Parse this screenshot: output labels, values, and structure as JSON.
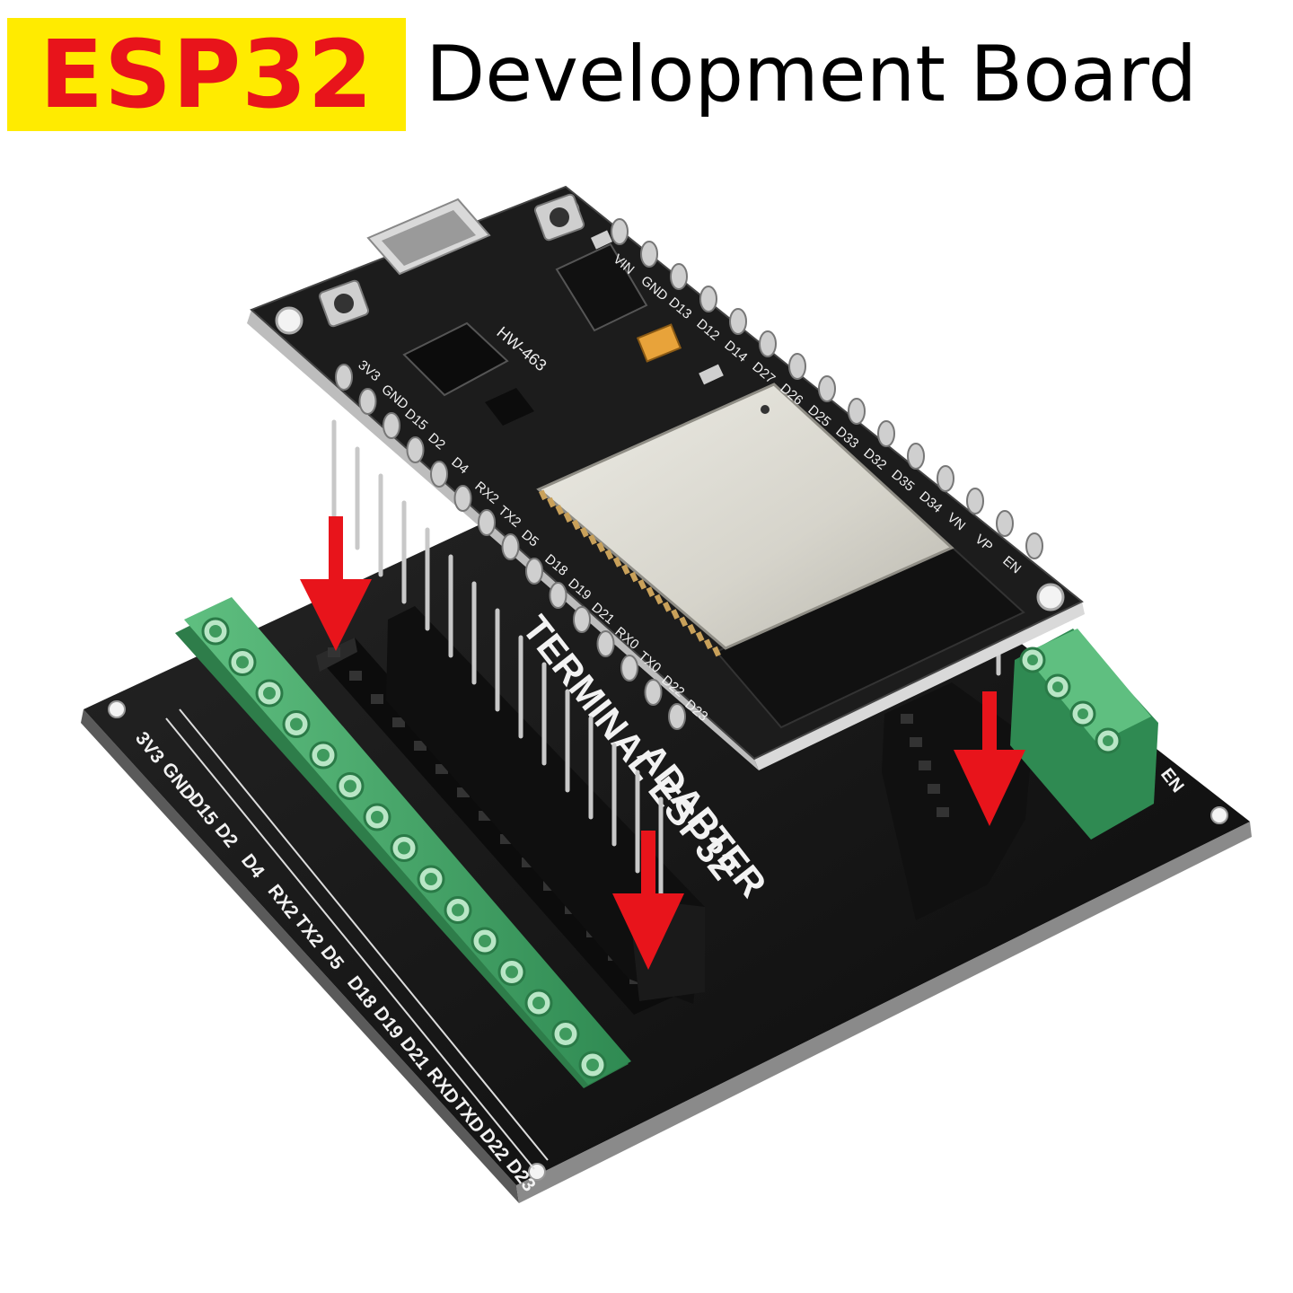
{
  "header": {
    "badge_text": "ESP32",
    "title": "Development Board"
  },
  "adapter_board": {
    "silkscreen_line1": "TERMINAL ESP32",
    "silkscreen_line2": "ADAPTER",
    "left_pin_labels": [
      "3V3",
      "GND",
      "D15",
      "D2",
      "D4",
      "RX2",
      "TX2",
      "D5",
      "D18",
      "D19",
      "D21",
      "RXD",
      "TXD",
      "D22",
      "D23"
    ],
    "right_edge_label": "EN"
  },
  "esp32_module": {
    "model_label": "HW-463",
    "top_row_labels": [
      "VIN",
      "GND",
      "D13",
      "D12",
      "D14",
      "D27",
      "D26",
      "D25",
      "D33",
      "D32",
      "D35",
      "D34",
      "VN",
      "VP",
      "EN"
    ],
    "bottom_row_labels": [
      "3V3",
      "GND",
      "D15",
      "D2",
      "D4",
      "RX2",
      "TX2",
      "D5",
      "D18",
      "D19",
      "D21",
      "RX0",
      "TX0",
      "D22",
      "D23"
    ]
  },
  "colors": {
    "badge_bg": "#ffeb00",
    "badge_text": "#e8141b",
    "arrow": "#e8141b",
    "terminal_green": "#3f9a5e",
    "pcb_black": "#141414"
  },
  "icons": [
    "insert-arrow-icon"
  ]
}
